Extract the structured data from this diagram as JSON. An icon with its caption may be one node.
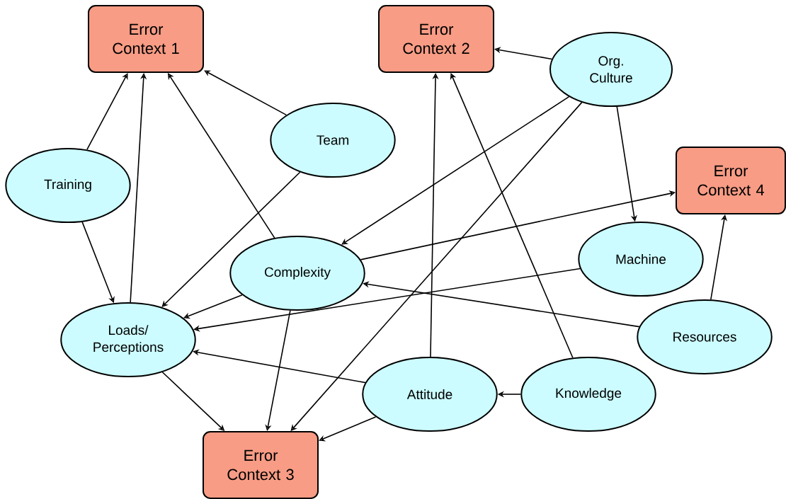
{
  "diagram": {
    "nodes": [
      {
        "text": [
          "Error Context 1"
        ]
      },
      {
        "text": [
          "Error Context 2"
        ]
      },
      {
        "text": [
          "Org. Culture"
        ]
      },
      {
        "text": [
          "Team"
        ]
      },
      {
        "text": [
          "Training"
        ]
      },
      {
        "text": [
          "Error Context 4"
        ]
      },
      {
        "text": [
          "Complexity"
        ]
      },
      {
        "text": [
          "Machine"
        ]
      },
      {
        "text": [
          "Loads/ Perceptions"
        ]
      },
      {
        "text": [
          "Resources"
        ]
      },
      {
        "text": [
          "Attitude"
        ]
      },
      {
        "text": [
          "Knowledge"
        ]
      },
      {
        "text": [
          "Error Context 3"
        ]
      }
    ],
    "edges": [
      {
        "from": 4,
        "to": 0,
        "arrow": "to"
      },
      {
        "from": 8,
        "to": 0,
        "arrow": "to"
      },
      {
        "from": 6,
        "to": 0,
        "arrow": "to"
      },
      {
        "from": 3,
        "to": 0,
        "arrow": "to"
      },
      {
        "from": 2,
        "to": 1,
        "arrow": "to"
      },
      {
        "from": 10,
        "to": 1,
        "arrow": "to"
      },
      {
        "from": 11,
        "to": 1,
        "arrow": "to"
      },
      {
        "from": 2,
        "to": 6,
        "arrow": "to"
      },
      {
        "from": 2,
        "to": 12,
        "arrow": "to"
      },
      {
        "from": 2,
        "to": 7,
        "arrow": "to"
      },
      {
        "from": 6,
        "to": 5,
        "arrow": "to"
      },
      {
        "from": 9,
        "to": 5,
        "arrow": "to"
      },
      {
        "from": 9,
        "to": 6,
        "arrow": "to"
      },
      {
        "from": 4,
        "to": 8,
        "arrow": "to"
      },
      {
        "from": 3,
        "to": 8,
        "arrow": "to"
      },
      {
        "from": 6,
        "to": 8,
        "arrow": "to"
      },
      {
        "from": 7,
        "to": 8,
        "arrow": "to"
      },
      {
        "from": 10,
        "to": 8,
        "arrow": "to"
      },
      {
        "from": 8,
        "to": 12,
        "arrow": "to"
      },
      {
        "from": 6,
        "to": 12,
        "arrow": "to"
      },
      {
        "from": 10,
        "to": 12,
        "arrow": "to"
      },
      {
        "from": 11,
        "to": 10,
        "arrow": "to"
      }
    ]
  }
}
